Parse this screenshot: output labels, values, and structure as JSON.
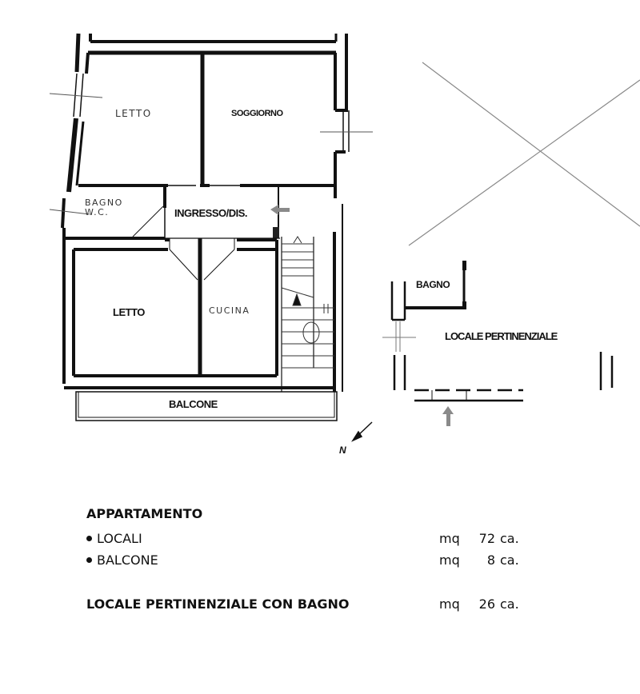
{
  "plan": {
    "rooms": [
      {
        "id": "letto-1",
        "label": "LETTO",
        "style": "handwritten"
      },
      {
        "id": "soggiorno",
        "label": "SOGGIORNO",
        "style": "bold"
      },
      {
        "id": "bagno-wc",
        "label_line1": "BAGNO",
        "label_line2": "W.C.",
        "style": "handwritten"
      },
      {
        "id": "ingresso",
        "label": "INGRESSO/DIS.",
        "style": "bold"
      },
      {
        "id": "letto-2",
        "label": "LETTO",
        "style": "bold"
      },
      {
        "id": "cucina",
        "label": "CUCINA",
        "style": "handwritten"
      },
      {
        "id": "balcone",
        "label": "BALCONE",
        "style": "bold"
      },
      {
        "id": "bagno-pertinenziale",
        "label": "BAGNO",
        "style": "bold"
      },
      {
        "id": "locale-pertinenziale",
        "label": "LOCALE PERTINENZIALE",
        "style": "bold"
      }
    ],
    "north_label": "N",
    "entrance_arrow_color": "#8a8a8a"
  },
  "legend": {
    "heading": "APPARTAMENTO",
    "items": [
      {
        "label": "LOCALI",
        "unit": "mq",
        "value": "72",
        "suffix": "ca."
      },
      {
        "label": "BALCONE",
        "unit": "mq",
        "value": "8",
        "suffix": "ca."
      }
    ],
    "annex": {
      "label": "LOCALE PERTINENZIALE CON BAGNO",
      "unit": "mq",
      "value": "26",
      "suffix": "ca."
    }
  }
}
